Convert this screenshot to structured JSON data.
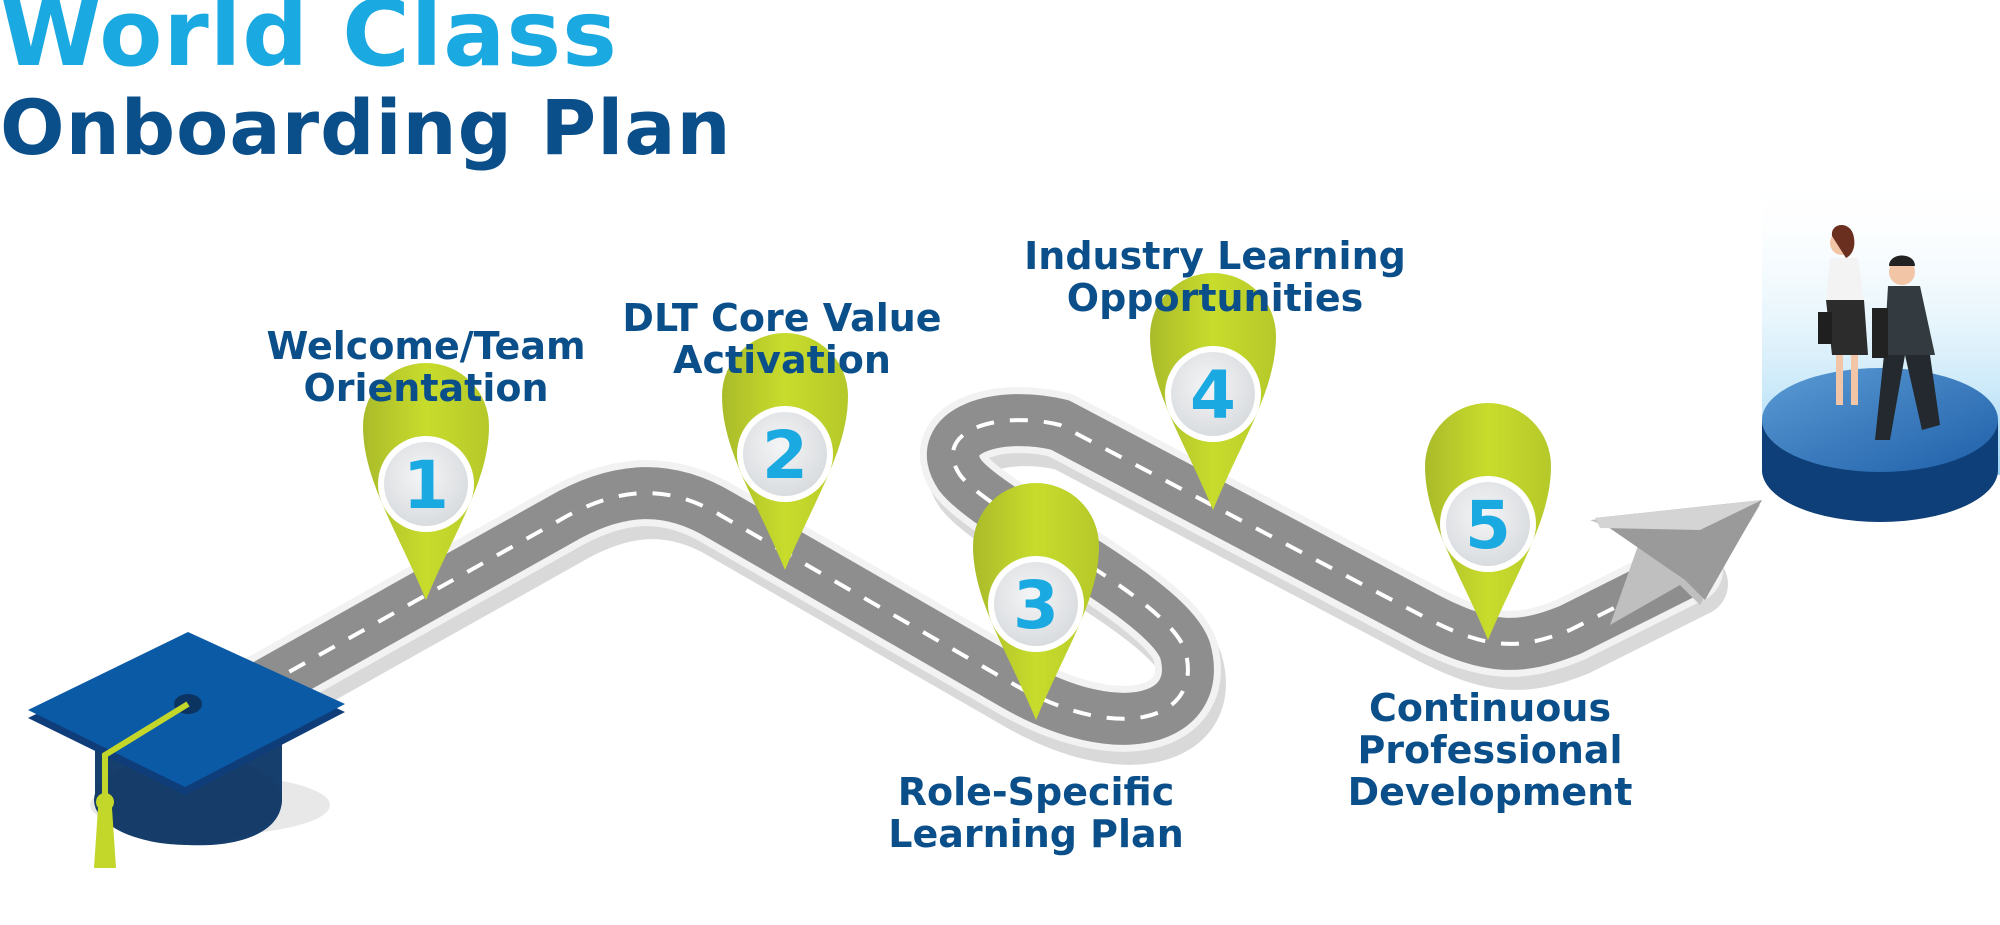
{
  "title": {
    "line1": "World Class",
    "line2": "Onboarding Plan"
  },
  "steps": [
    {
      "number": "1",
      "label": "Welcome/Team\nOrientation"
    },
    {
      "number": "2",
      "label": "DLT Core Value\nActivation"
    },
    {
      "number": "3",
      "label": "Role-Specific\nLearning Plan"
    },
    {
      "number": "4",
      "label": "Industry Learning\nOpportunities"
    },
    {
      "number": "5",
      "label": "Continuous\nProfessional\nDevelopment"
    }
  ],
  "icons": {
    "start": "graduation-cap-icon",
    "end": "business-people-icon",
    "marker": "map-pin-icon",
    "path": "road-icon",
    "direction": "arrow-icon"
  },
  "colors": {
    "title_light": "#1ba9e1",
    "title_dark": "#0b4f8a",
    "pin": "#c3d72b",
    "road": "#8c8c8c"
  }
}
